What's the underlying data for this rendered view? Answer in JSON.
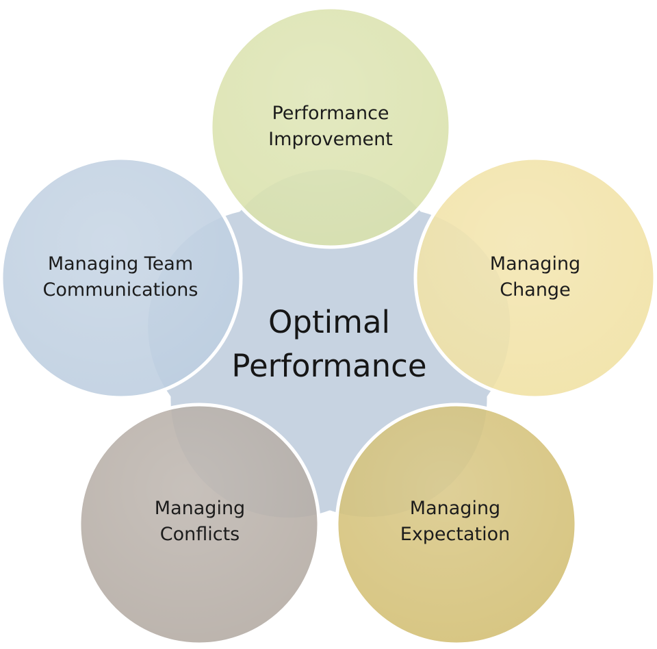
{
  "center": {
    "label": "Optimal\nPerformance",
    "color": "#c7d3e1"
  },
  "nodes": [
    {
      "id": "performance-improvement",
      "label": "Performance\nImprovement",
      "color": "#d8e0a8"
    },
    {
      "id": "managing-change",
      "label": "Managing\nChange",
      "color": "#f0e0a0"
    },
    {
      "id": "managing-expectation",
      "label": "Managing\nExpectation",
      "color": "#d2bd6f"
    },
    {
      "id": "managing-conflicts",
      "label": "Managing\nConflicts",
      "color": "#b2a8a1"
    },
    {
      "id": "managing-team-communications",
      "label": "Managing Team\nCommunications",
      "color": "#bccddf"
    }
  ]
}
